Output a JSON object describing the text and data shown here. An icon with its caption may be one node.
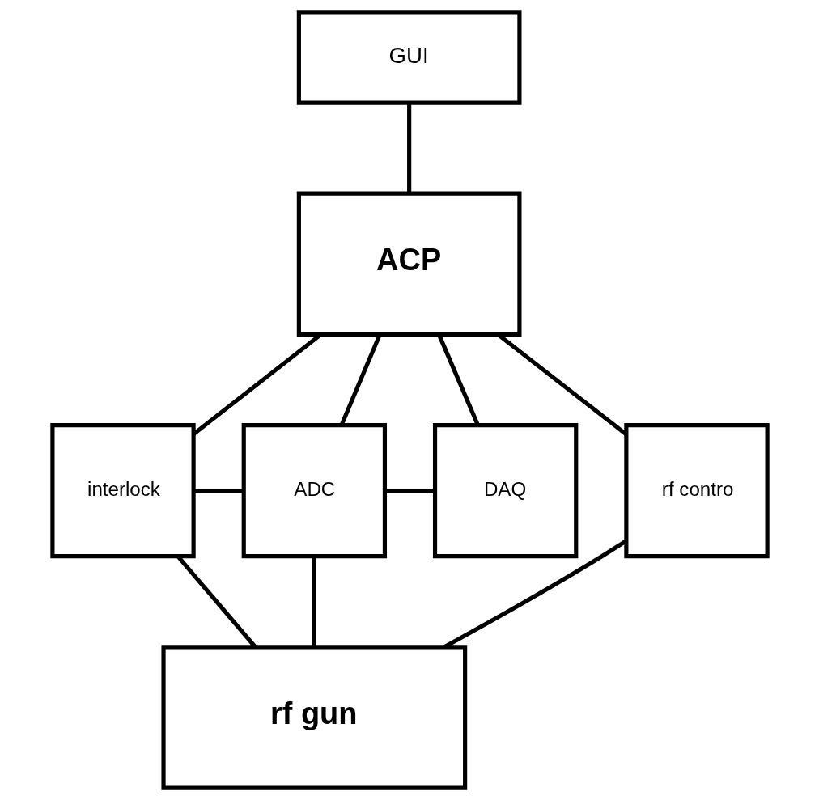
{
  "diagram": {
    "nodes": [
      {
        "text": [
          "GUI"
        ]
      },
      {
        "text": [
          "ACP"
        ]
      },
      {
        "text": [
          "interlock"
        ]
      },
      {
        "text": [
          "ADC"
        ]
      },
      {
        "text": [
          "DAQ"
        ]
      },
      {
        "text": [
          "rf contro"
        ]
      },
      {
        "text": [
          "rf gun"
        ]
      }
    ],
    "edges": [
      {
        "from": 0,
        "to": 1,
        "arrow": "none"
      },
      {
        "from": 1,
        "to": 2,
        "arrow": "none"
      },
      {
        "from": 1,
        "to": 3,
        "arrow": "none"
      },
      {
        "from": 1,
        "to": 4,
        "arrow": "none"
      },
      {
        "from": 1,
        "to": 5,
        "arrow": "none"
      },
      {
        "from": 2,
        "to": 3,
        "arrow": "none"
      },
      {
        "from": 3,
        "to": 4,
        "arrow": "none"
      },
      {
        "from": 2,
        "to": 6,
        "arrow": "none"
      },
      {
        "from": 3,
        "to": 6,
        "arrow": "none"
      },
      {
        "from": 5,
        "to": 6,
        "arrow": "none"
      }
    ]
  }
}
